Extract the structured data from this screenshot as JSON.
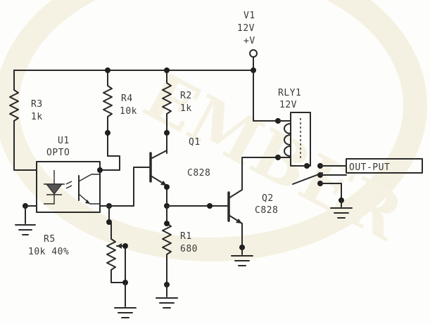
{
  "supply": {
    "name": "V1",
    "voltage": "12V",
    "polarity": "+V"
  },
  "relay": {
    "name": "RLY1",
    "rating": "12V"
  },
  "output_label": "OUT-PUT",
  "resistors": {
    "r3": {
      "name": "R3",
      "value": "1k"
    },
    "r4": {
      "name": "R4",
      "value": "10k"
    },
    "r2": {
      "name": "R2",
      "value": "1k"
    },
    "r1": {
      "name": "R1",
      "value": "680"
    },
    "r5": {
      "name": "R5",
      "value": "10k 40%"
    }
  },
  "optocoupler": {
    "name": "U1",
    "type": "OPTO"
  },
  "transistors": {
    "q1": {
      "name": "Q1",
      "part": "C828"
    },
    "q2": {
      "name": "Q2",
      "part": "C828"
    }
  },
  "watermark": {
    "text": "EMBER"
  }
}
